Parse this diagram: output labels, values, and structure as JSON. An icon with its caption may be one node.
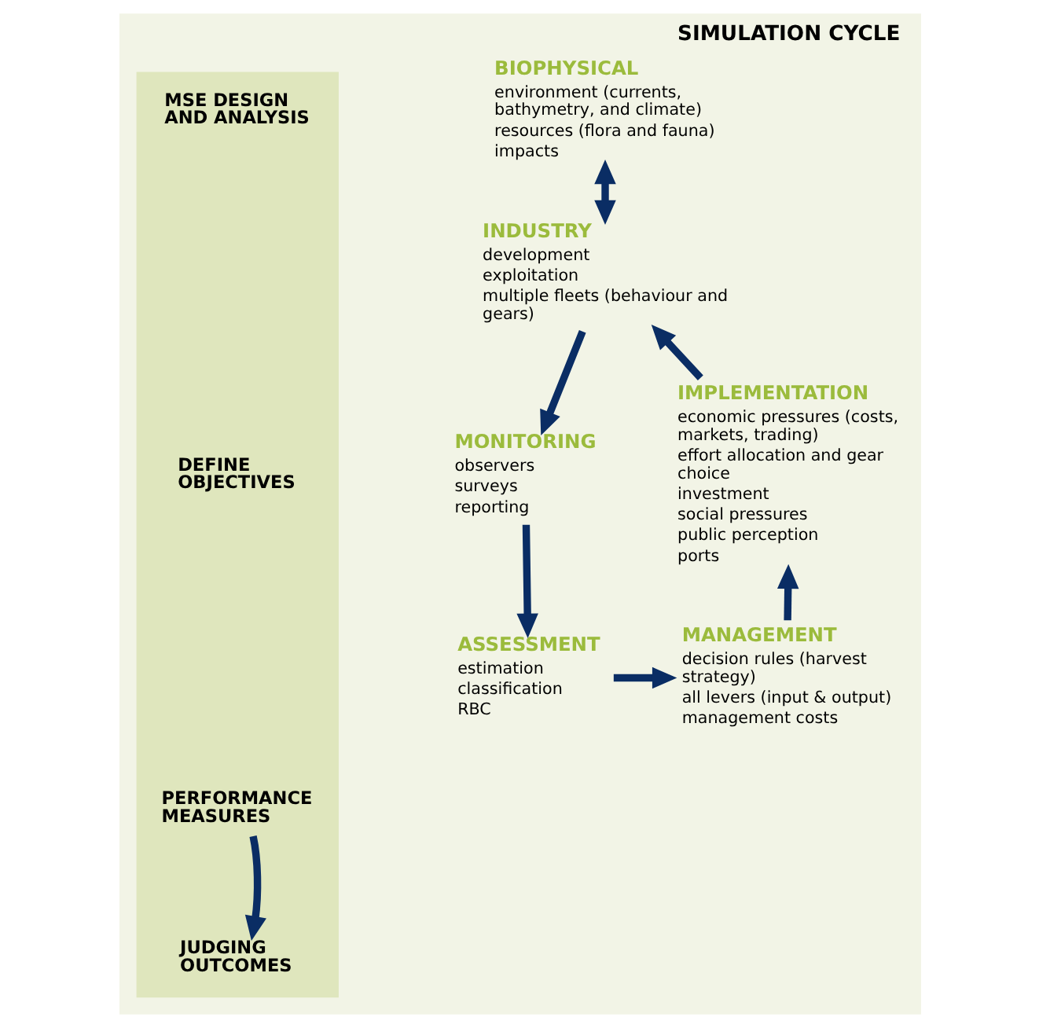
{
  "diagram": {
    "title": "SIMULATION CYCLE",
    "nodes": [
      {
        "text": [],
        "shape": "box"
      },
      {
        "text": [
          "MSE DESIGN AND ANALYSIS"
        ],
        "in": 0
      },
      {
        "text": [
          "DEFINE OBJECTIVES"
        ],
        "in": 0
      },
      {
        "text": [
          "PERFORMANCE MEASURES"
        ],
        "in": 0
      },
      {
        "text": [
          "JUDGING OUTCOMES"
        ],
        "in": 0
      },
      {
        "text": [
          "BIOPHYSICAL",
          "environment (currents, bathymetry, and climate)",
          "resources (flora and fauna)",
          "impacts"
        ]
      },
      {
        "text": [
          "INDUSTRY",
          "development",
          "exploitation",
          "multiple fleets (behaviour and gears)"
        ]
      },
      {
        "text": [
          "MONITORING",
          "observers",
          "surveys",
          "reporting"
        ]
      },
      {
        "text": [
          "ASSESSMENT",
          "estimation",
          "classification",
          "RBC"
        ]
      },
      {
        "text": [
          "MANAGEMENT",
          "decision rules (harvest strategy)",
          "all levers (input & output)",
          "management costs"
        ]
      },
      {
        "text": [
          "IMPLEMENTATION",
          "economic pressures (costs, markets, trading)",
          "effort allocation and gear choice",
          "investment",
          "social pressures",
          "public perception",
          "ports"
        ]
      }
    ],
    "edges": [
      {
        "from": 5,
        "to": 6,
        "arrow": "both"
      },
      {
        "from": 6,
        "to": 7,
        "arrow": "to"
      },
      {
        "from": 7,
        "to": 8,
        "arrow": "to"
      },
      {
        "from": 8,
        "to": 9,
        "arrow": "to"
      },
      {
        "from": 9,
        "to": 10,
        "arrow": "to"
      },
      {
        "from": 10,
        "to": 6,
        "arrow": "to"
      },
      {
        "from": 3,
        "to": 4,
        "arrow": "to"
      }
    ]
  }
}
